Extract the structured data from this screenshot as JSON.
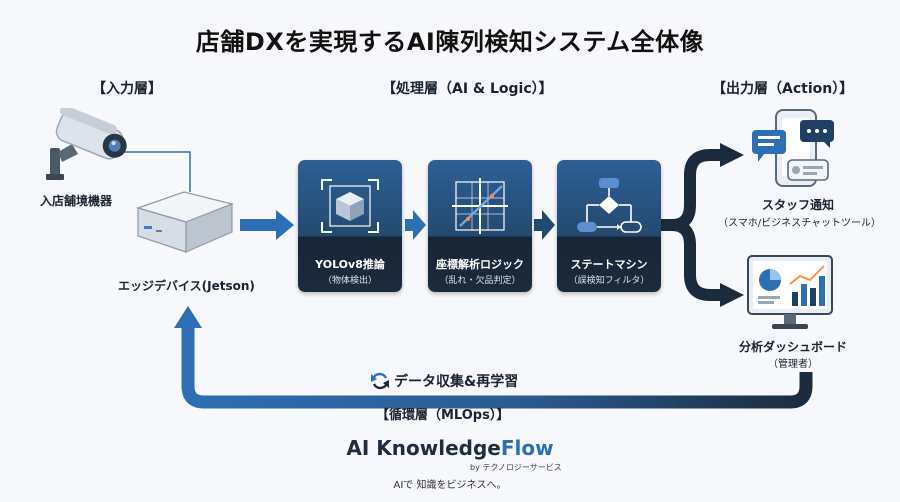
{
  "title": "店舗DXを実現するAI陳列検知システム全体像",
  "layers": {
    "input": "【入力層】",
    "process": "【処理層（AI & Logic）】",
    "output": "【出力層（Action）】",
    "loop": "【循環層（MLOps）】"
  },
  "input": {
    "camera_label": "入店舗境機器",
    "edge_label": "エッジデバイス(Jetson)"
  },
  "process": [
    {
      "title": "YOLOv8推論",
      "sub": "（物体検出）",
      "icon": "cube-detect-icon"
    },
    {
      "title": "座標解析ロジック",
      "sub": "（乱れ・欠品判定）",
      "icon": "coordinate-graph-icon"
    },
    {
      "title": "ステートマシン",
      "sub": "（誤検知フィルタ）",
      "icon": "state-flow-icon"
    }
  ],
  "output": {
    "notify_title": "スタッフ通知",
    "notify_sub": "（スマホ/ビジネスチャットツール）",
    "dashboard_title": "分析ダッシュボード",
    "dashboard_sub": "（管理者）"
  },
  "loop": {
    "label": "データ収集&再学習",
    "icon": "refresh-icon"
  },
  "brand": {
    "name_a": "AI Knowledge",
    "name_b": "Flow",
    "by": "by テクノロジーサービス",
    "tagline": "AIで 知識をビジネスへ。"
  },
  "colors": {
    "blue": "#2d6fb5",
    "navy": "#1c2b3c",
    "tile_top": "#2d5f96"
  }
}
